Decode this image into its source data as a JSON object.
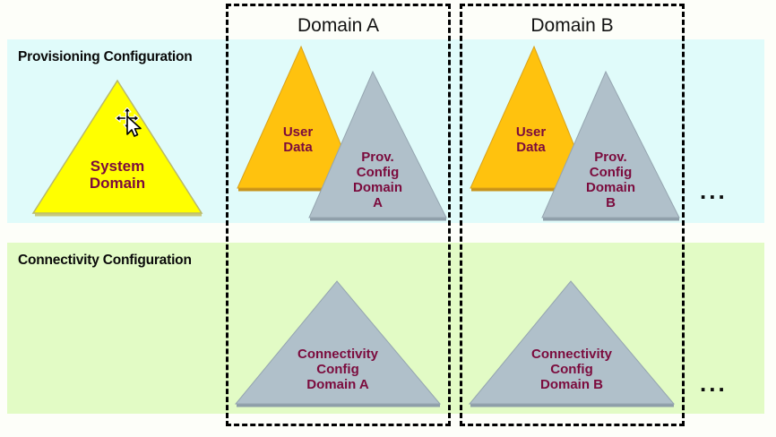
{
  "diagram": {
    "background_color": "#fdfef9",
    "bands": [
      {
        "id": "provisioning",
        "label": "Provisioning Configuration",
        "color": "#e0fbfa"
      },
      {
        "id": "connectivity",
        "label": "Connectivity Configuration",
        "color": "#e2fbc5"
      }
    ],
    "domains": [
      {
        "id": "a",
        "title": "Domain A"
      },
      {
        "id": "b",
        "title": "Domain B"
      }
    ],
    "continuation_marker": "...",
    "cursor_icon": "move-cursor-icon",
    "colors": {
      "system_domain_fill": "#ffff00",
      "user_data_fill": "#ffc20e",
      "config_fill": "#b0c0ca",
      "label_text": "#7b0b3d",
      "dash_border": "#000000"
    },
    "shapes": {
      "system_domain": {
        "label": "System\nDomain"
      },
      "user_data_a": {
        "label": "User\nData"
      },
      "prov_config_a": {
        "label": "Prov.\nConfig\nDomain\nA"
      },
      "user_data_b": {
        "label": "User\nData"
      },
      "prov_config_b": {
        "label": "Prov.\nConfig\nDomain\nB"
      },
      "conn_config_a": {
        "label": "Connectivity\nConfig\nDomain A"
      },
      "conn_config_b": {
        "label": "Connectivity\nConfig\nDomain B"
      }
    }
  }
}
